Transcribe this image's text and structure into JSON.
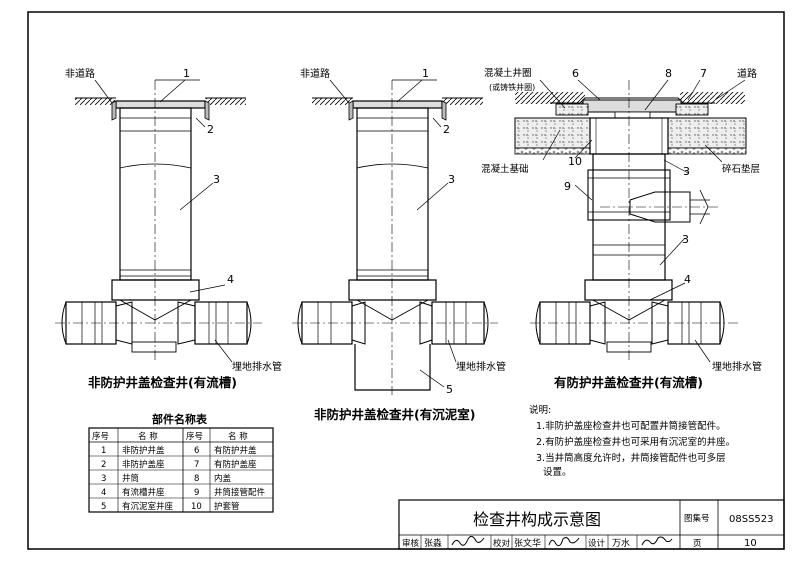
{
  "drawing": {
    "labels": {
      "non_road": "非道路",
      "road": "道路",
      "concrete_ring": "混凝土井圈",
      "cast_iron_ring": "(或铸铁井圈)",
      "concrete_base": "混凝土基础",
      "gravel_cushion": "碎石垫层",
      "buried_pipe": "埋地排水管"
    },
    "callouts": {
      "n1": "1",
      "n2": "2",
      "n3": "3",
      "n4": "4",
      "n5": "5",
      "n6": "6",
      "n7": "7",
      "n8": "8",
      "n9": "9",
      "n10": "10"
    },
    "captions": {
      "left": "非防护井盖检查井(有流槽)",
      "middle": "非防护井盖检查井(有沉泥室)",
      "right": "有防护井盖检查井(有流槽)"
    }
  },
  "parts_table": {
    "title": "部件名称表",
    "headers": [
      "序号",
      "名  称",
      "序号",
      "名  称"
    ],
    "rows": [
      [
        "1",
        "非防护井盖",
        "6",
        "有防护井盖"
      ],
      [
        "2",
        "非防护盖座",
        "7",
        "有防护盖座"
      ],
      [
        "3",
        "井筒",
        "8",
        "内盖"
      ],
      [
        "4",
        "有流槽井座",
        "9",
        "井筒接管配件"
      ],
      [
        "5",
        "有沉泥室井座",
        "10",
        "护套管"
      ]
    ]
  },
  "notes": {
    "title": "说明:",
    "items": [
      "1.非防护盖座检查井也可配置井筒接管配件。",
      "2.有防护盖座检查井也可采用有沉泥室的井座。",
      "3.当井筒高度允许时，井筒接管配件也可多层",
      "设置。"
    ]
  },
  "title_block": {
    "title": "检查井构成示意图",
    "atlas_label": "图集号",
    "atlas_no": "08SS523",
    "review": "审核",
    "reviewer": "张淼",
    "check": "校对",
    "checker": "张文华",
    "design": "设计",
    "designer": "万水",
    "page_label": "页",
    "page_no": "10"
  }
}
